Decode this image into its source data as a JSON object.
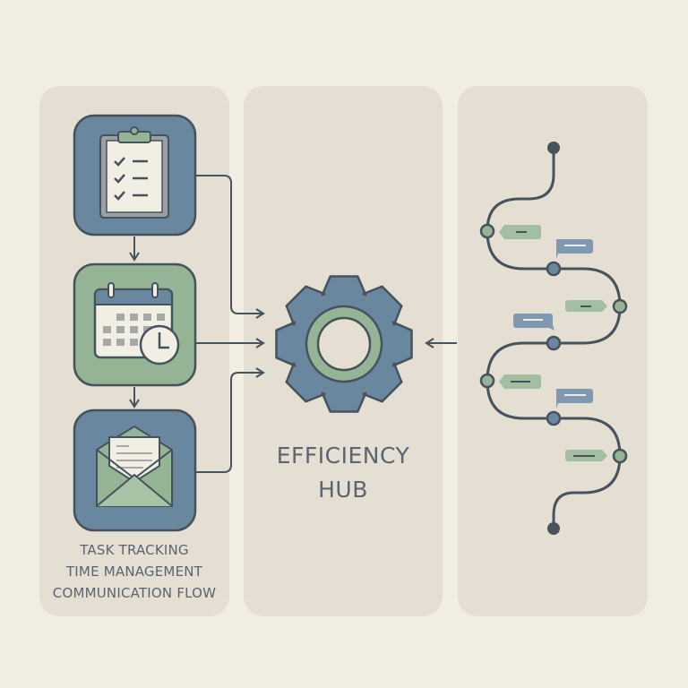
{
  "colors": {
    "background": "#f2ede3",
    "panel": "#e5ded2",
    "blue": "#6a87a0",
    "green": "#95b495",
    "stroke": "#46525c",
    "paper": "#f1efe4"
  },
  "left_panel": {
    "items": [
      {
        "label": "TASK TRACKING",
        "icon": "clipboard-checklist-icon"
      },
      {
        "label": "TIME MANAGEMENT",
        "icon": "calendar-clock-icon"
      },
      {
        "label": "COMMUNICATION FLOW",
        "icon": "envelope-letter-icon"
      }
    ]
  },
  "center_panel": {
    "title_line1": "EFFICIENCY",
    "title_line2": "HUB",
    "icon": "gear-icon"
  },
  "right_panel": {
    "icon": "timeline-path-with-message-bubbles"
  }
}
